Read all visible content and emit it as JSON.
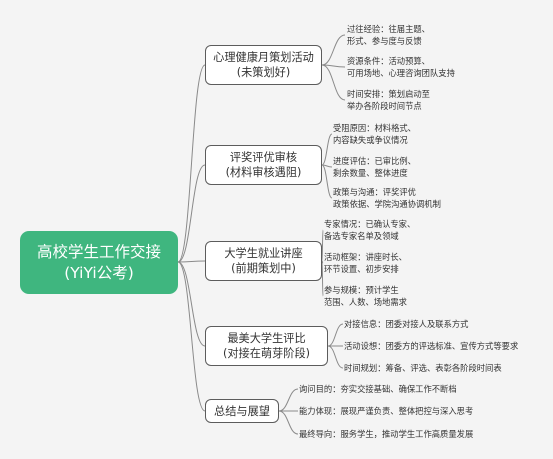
{
  "root": {
    "line1": "高校学生工作交接",
    "line2": "(YiYi公考)"
  },
  "branches": [
    {
      "id": "b1",
      "line1": "心理健康月策划活动",
      "line2": "(未策划好)",
      "leaves": [
        {
          "line1": "过往经验：往届主题、",
          "line2": "形式、参与度与反馈"
        },
        {
          "line1": "资源条件：活动预算、",
          "line2": "可用场地、心理咨询团队支持"
        },
        {
          "line1": "时间安排：策划启动至",
          "line2": "举办各阶段时间节点"
        }
      ]
    },
    {
      "id": "b2",
      "line1": "评奖评优审核",
      "line2": "(材料审核遇阻)",
      "leaves": [
        {
          "line1": "受阻原因：材料格式、",
          "line2": "内容缺失或争议情况"
        },
        {
          "line1": "进度评估：已审比例、",
          "line2": "剩余数量、整体进度"
        },
        {
          "line1": "政策与沟通：评奖评优",
          "line2": "政策依据、学院沟通协调机制"
        }
      ]
    },
    {
      "id": "b3",
      "line1": "大学生就业讲座",
      "line2": "(前期策划中)",
      "leaves": [
        {
          "line1": "专家情况：已确认专家、",
          "line2": "备选专家名单及领域"
        },
        {
          "line1": "活动框架：讲座时长、",
          "line2": "环节设置、初步安排"
        },
        {
          "line1": "参与规模：预计学生",
          "line2": "范围、人数、场地需求"
        }
      ]
    },
    {
      "id": "b4",
      "line1": "最美大学生评比",
      "line2": "(对接在萌芽阶段)",
      "leaves": [
        {
          "line1": "对接信息：团委对接人及联系方式",
          "line2": ""
        },
        {
          "line1": "活动设想：团委方的评选标准、宣传方式等要求",
          "line2": ""
        },
        {
          "line1": "时间规划：筹备、评选、表彰各阶段时间表",
          "line2": ""
        }
      ]
    },
    {
      "id": "b5",
      "line1": "总结与展望",
      "line2": "",
      "leaves": [
        {
          "line1": "询问目的：夯实交接基础、确保工作不断档",
          "line2": ""
        },
        {
          "line1": "能力体现：展现严谨负责、整体把控与深入思考",
          "line2": ""
        },
        {
          "line1": "最终导向：服务学生，推动学生工作高质量发展",
          "line2": ""
        }
      ]
    }
  ],
  "colors": {
    "root_fill": "#3fb67f",
    "line": "#8a8a8a",
    "background": "#f4f4f4"
  }
}
